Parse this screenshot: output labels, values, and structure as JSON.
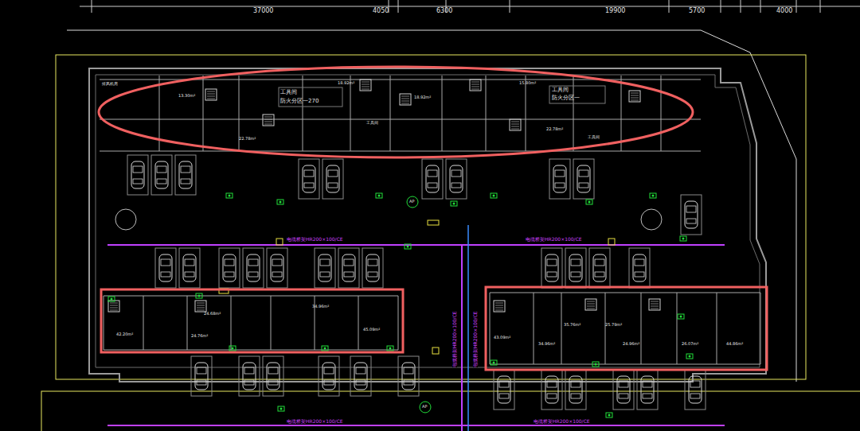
{
  "diagram": {
    "labels": [
      "37000",
      "4050",
      "6300",
      "19900",
      "5700",
      "4000",
      "电缆桥架HR200×100/CE",
      "电缆桥架HR200×100/CE",
      "电缆桥架HR200×100/CE",
      "电缆桥架HR200×100/CE",
      "电缆桥架HR200×100/CE",
      "电缆桥架HR200×100/CE",
      "防火分区一270",
      "防火分区一",
      "工具间",
      "工具间",
      "13.30m²",
      "18.92m²",
      "18.92m²",
      "22.78m²",
      "22.78m²",
      "15.80m²",
      "34.96m²",
      "24.68m²",
      "24.76m²",
      "45.09m²",
      "42.20m²",
      "35.76m²",
      "25.79m²",
      "34.96m²",
      "24.96m²",
      "43.09m²",
      "26.07m²",
      "44.86m²",
      "AP",
      "AP",
      "排风机房",
      "工具间",
      "工具间"
    ]
  }
}
